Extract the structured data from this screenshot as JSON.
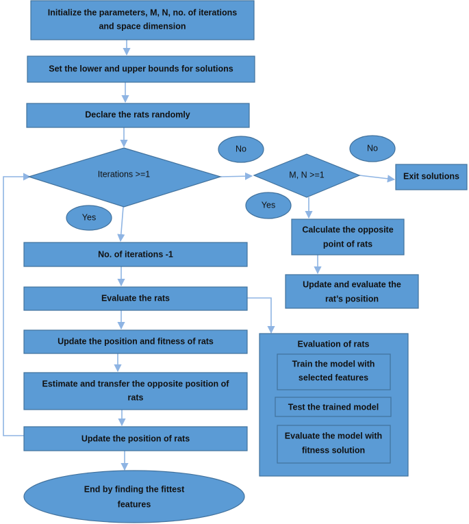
{
  "nodes": {
    "init": {
      "line1": "Initialize the parameters, M, N, no. of iterations",
      "line2": "and space dimension"
    },
    "bounds": {
      "text": "Set the lower and upper bounds for solutions"
    },
    "declare": {
      "text": "Declare the rats randomly"
    },
    "iter_check": {
      "text": "Iterations >=1"
    },
    "mn_check": {
      "text": "M, N >=1"
    },
    "exit": {
      "text": "Exit solutions"
    },
    "decrement": {
      "text": "No. of iterations -1"
    },
    "evaluate": {
      "text": "Evaluate the rats"
    },
    "update_fitness": {
      "text": "Update the position and fitness of rats"
    },
    "opposite": {
      "line1": "Estimate and transfer the opposite position of",
      "line2": "rats"
    },
    "update_pos": {
      "text": "Update the position of rats"
    },
    "end": {
      "line1": "End by finding the fittest",
      "line2": "features"
    },
    "calc_opposite": {
      "line1": "Calculate the opposite",
      "line2": "point of rats"
    },
    "update_eval": {
      "line1": "Update and evaluate the",
      "line2": "rat’s position"
    },
    "eval_group": {
      "title": "Evaluation of rats",
      "train": {
        "line1": "Train the model with",
        "line2": "selected features"
      },
      "test": {
        "text": "Test the trained model"
      },
      "fitness": {
        "line1": "Evaluate the model with",
        "line2": "fitness solution"
      }
    }
  },
  "labels": {
    "no_1": "No",
    "no_2": "No",
    "yes_1": "Yes",
    "yes_2": "Yes"
  },
  "colors": {
    "box_fill": "#5b9bd5",
    "box_stroke": "#41719c",
    "connector": "#8eb4e3"
  }
}
